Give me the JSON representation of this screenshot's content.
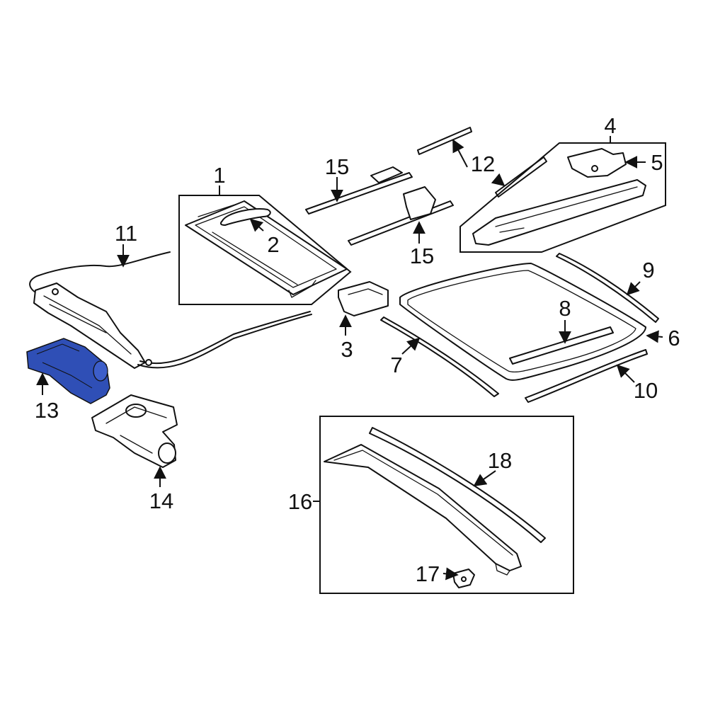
{
  "diagram": {
    "highlight_color": "#2f4fb6",
    "callouts": [
      {
        "id": "c1",
        "label": "1"
      },
      {
        "id": "c2",
        "label": "2"
      },
      {
        "id": "c3",
        "label": "3"
      },
      {
        "id": "c4",
        "label": "4"
      },
      {
        "id": "c5",
        "label": "5"
      },
      {
        "id": "c6",
        "label": "6"
      },
      {
        "id": "c7",
        "label": "7"
      },
      {
        "id": "c8",
        "label": "8"
      },
      {
        "id": "c9",
        "label": "9"
      },
      {
        "id": "c10",
        "label": "10"
      },
      {
        "id": "c11",
        "label": "11"
      },
      {
        "id": "c12",
        "label": "12"
      },
      {
        "id": "c13",
        "label": "13"
      },
      {
        "id": "c14",
        "label": "14"
      },
      {
        "id": "c15a",
        "label": "15"
      },
      {
        "id": "c15b",
        "label": "15"
      },
      {
        "id": "c16",
        "label": "16"
      },
      {
        "id": "c17",
        "label": "17"
      },
      {
        "id": "c18",
        "label": "18"
      }
    ]
  }
}
